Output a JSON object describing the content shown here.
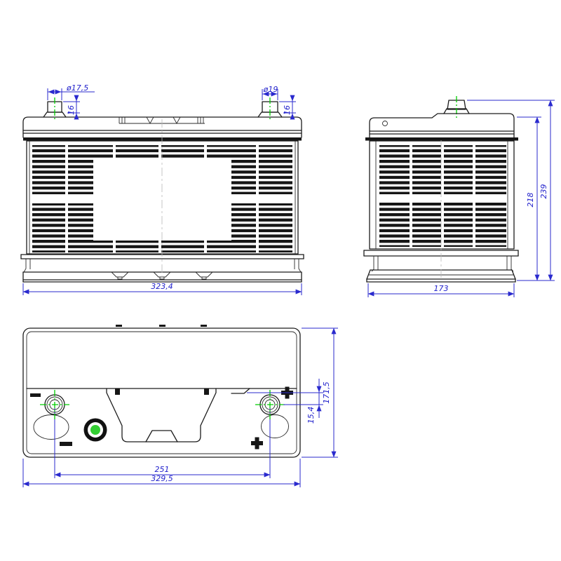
{
  "front": {
    "dim_terminal_left_diameter": "ø17,5",
    "dim_terminal_left_height": "16",
    "dim_terminal_right_diameter": "ø19",
    "dim_terminal_right_height": "16",
    "dim_overall_width": "323,4"
  },
  "side": {
    "dim_base_width": "173",
    "dim_height_to_lid": "218",
    "dim_total_height": "239"
  },
  "top": {
    "dim_terminal_spacing": "251",
    "dim_overall_length": "329,5",
    "dim_overall_depth": "171,5",
    "dim_terminal_setback": "15,4",
    "polarity_left_icon": "minus",
    "polarity_right_icon": "plus",
    "indicator_icon": "magic-eye"
  },
  "colors": {
    "outline": "#1c1c1c",
    "dimension_blue": "#2222cc",
    "centerline_green": "#00cc00",
    "indicator_green": "#33cf33"
  }
}
